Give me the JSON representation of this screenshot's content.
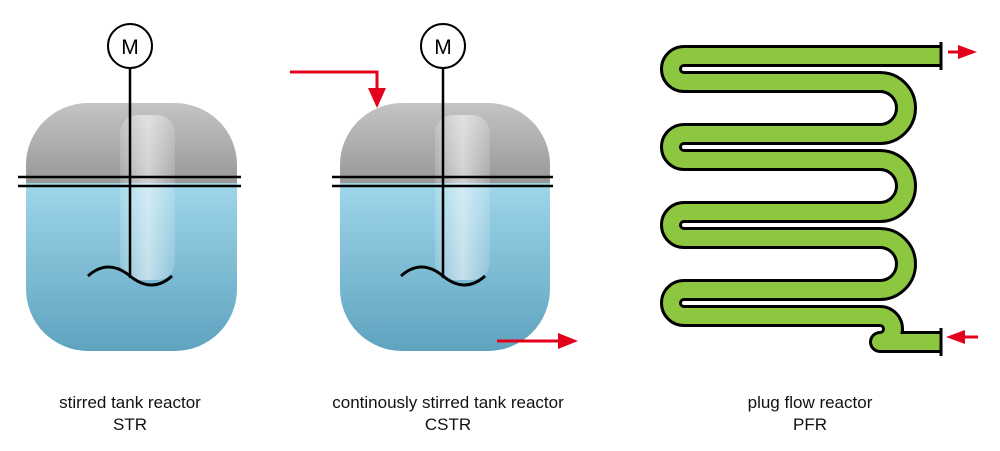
{
  "diagram": {
    "colors": {
      "liquid": "#7ec3db",
      "headspace": "#a9a9a9",
      "tube": "#8dc63f",
      "outline": "#000000",
      "arrow": "#e2001a"
    },
    "reactors": [
      {
        "name": "stirred tank reactor",
        "abbr": "STR",
        "motor": "M"
      },
      {
        "name": "continously stirred tank reactor",
        "abbr": "CSTR",
        "motor": "M"
      },
      {
        "name": "plug flow reactor",
        "abbr": "PFR"
      }
    ]
  }
}
